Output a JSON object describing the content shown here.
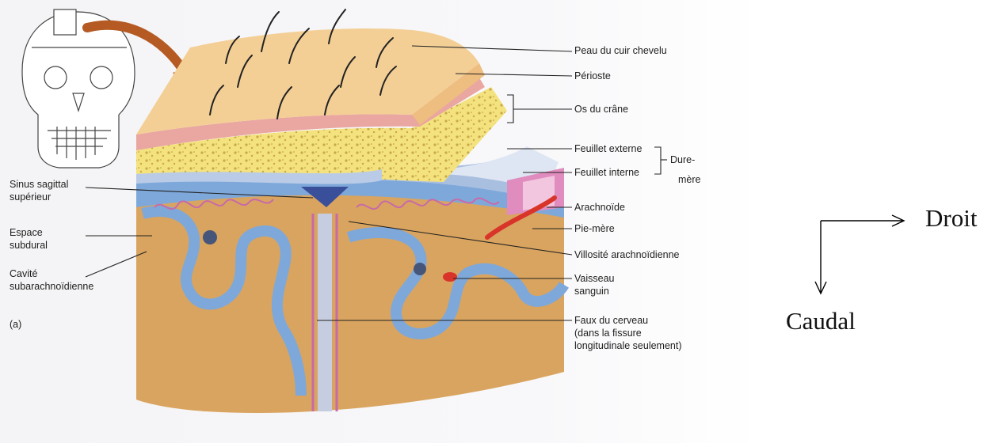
{
  "labels": {
    "right": {
      "peau": "Peau du cuir chevelu",
      "perioste": "Périoste",
      "os": "Os du crâne",
      "feuillet_externe": "Feuillet externe",
      "feuillet_interne": "Feuillet interne",
      "dure_mere_1": "Dure-",
      "dure_mere_2": "mère",
      "arachnoide": "Arachnoïde",
      "pie_mere": "Pie-mère",
      "villosite": "Villosité arachnoïdienne",
      "vaisseau_1": "Vaisseau",
      "vaisseau_2": "sanguin",
      "faux_1": "Faux du cerveau",
      "faux_2": "(dans la fissure",
      "faux_3": "longitudinale seulement)"
    },
    "left": {
      "sinus_1": "Sinus sagittal",
      "sinus_2": "supérieur",
      "espace_1": "Espace",
      "espace_2": "subdural",
      "cavite_1": "Cavité",
      "cavite_2": "subarachnoïdienne",
      "panel": "(a)"
    }
  },
  "orientation": {
    "right": "Droit",
    "down": "Caudal"
  },
  "colors": {
    "skin": "#f3cf96",
    "periosteum": "#eaa6a0",
    "bone": "#f3e488",
    "dura": "#a9bfe0",
    "arachnoid": "#c86aa8",
    "pia": "#d63a8a",
    "brain": "#d9a45f",
    "csf": "#7ea8da",
    "vessel": "#d9342a",
    "arrow": "#b55a22"
  }
}
